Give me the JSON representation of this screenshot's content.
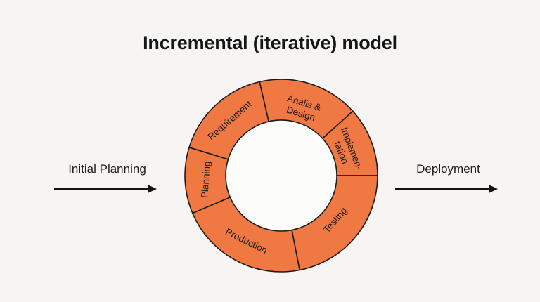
{
  "title": "Incremental (iterative) model",
  "colors": {
    "background": "#F6F5F3",
    "segment_fill": "#EF7843",
    "stroke": "#1B1B1B",
    "label_text": "#171717",
    "hole_fill": "#FCFCFB"
  },
  "flows": {
    "left": {
      "label": "Initial Planning",
      "arrow_direction": "right"
    },
    "right": {
      "label": "Deployment",
      "arrow_direction": "right"
    }
  },
  "donut": {
    "outer_radius": 137,
    "inner_radius": 79,
    "stroke_width": 1.6,
    "segments": [
      {
        "label": "Requirement",
        "lines": [
          "Requirement"
        ],
        "start_angle": 103,
        "end_angle": 163,
        "label_rotation": -41,
        "label_radius": 108
      },
      {
        "label": "Analis & Design",
        "lines": [
          "Analis &",
          "Design"
        ],
        "start_angle": 42,
        "end_angle": 103,
        "label_rotation": 17,
        "label_radius": 101
      },
      {
        "label": "Implementation",
        "lines": [
          "Implemen-",
          "tation"
        ],
        "start_angle": 0,
        "end_angle": 42,
        "label_rotation": 69,
        "label_radius": 100
      },
      {
        "label": "Testing",
        "lines": [
          "Testing"
        ],
        "start_angle": -79,
        "end_angle": 0,
        "label_rotation": -49,
        "label_radius": 99
      },
      {
        "label": "Production",
        "lines": [
          "Production"
        ],
        "start_angle": -157,
        "end_angle": -79,
        "label_rotation": 26,
        "label_radius": 105
      },
      {
        "label": "Planning",
        "lines": [
          "Planning"
        ],
        "start_angle": 163,
        "end_angle": 203,
        "label_rotation": -86,
        "label_radius": 108
      }
    ]
  }
}
